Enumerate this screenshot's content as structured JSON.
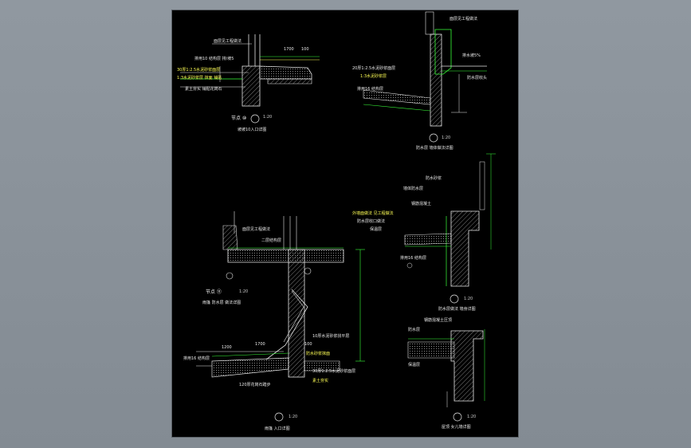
{
  "colors": {
    "background": "#8a9199",
    "sheet": "#000000",
    "line_white": "#e6e6e6",
    "line_yellow": "#ffff55",
    "line_green": "#39ff39",
    "line_cyan": "#55ffff",
    "hatch": "#9a9a9a"
  },
  "details": {
    "d1": {
      "caption": "节点 ⑩",
      "scale": "1:20",
      "subtitle": "坡坡10入口详图",
      "labels": [
        "面层见工程做法",
        "1700",
        "100",
        "排用10 结构层 排/坡5",
        "30厚1:2.5水泥砂浆面层",
        "1:3水泥砂浆层 抹面 铺贴",
        "素土夯实 铺贴花岗石"
      ]
    },
    "d2": {
      "scale": "1:20",
      "subtitle": "防水层 墙体做法详图",
      "labels": [
        "面层见工程做法",
        "排水坡5%",
        "20厚1:2.5水泥砂浆面层",
        "1:3水泥砂浆层",
        "排用16 结构层",
        "防水层收头"
      ]
    },
    "d3": {
      "caption": "节点 ⑪",
      "scale": "1:20",
      "subtitle": "雨篷 防水层 做法详图",
      "labels": [
        "面层见工程做法",
        "二层结构层",
        "1200",
        "1700",
        "100",
        "防水砂浆抹面",
        "10厚水泥砂浆找平层",
        "30厚1:2.5水泥砂浆面层",
        "120厚花岗石踏步",
        "素土夯实",
        "排用16 结构层"
      ]
    },
    "d4": {
      "scale": "1:20",
      "subtitle": "防水层做法 墙身详图",
      "labels": [
        "防水砂浆",
        "墙体防水层",
        "外墙面做法 见工程做法",
        "防水层收口做法",
        "保温层",
        "排用16 结构层",
        "钢筋混凝土"
      ]
    },
    "d5": {
      "scale": "1:20",
      "subtitle": "屋顶 女儿墙详图",
      "labels": [
        "钢筋混凝土压顶",
        "防水层",
        "保温层"
      ]
    },
    "d6": {
      "scale": "1:20",
      "subtitle": "雨篷 入口详图"
    }
  }
}
